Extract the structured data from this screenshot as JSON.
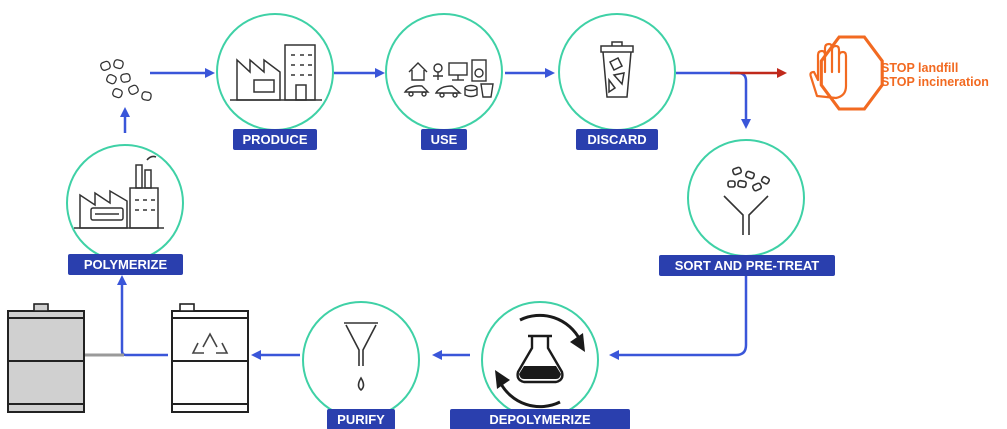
{
  "steps": {
    "produce": "PRODUCE",
    "use": "USE",
    "discard": "DISCARD",
    "sort": "SORT AND PRE-TREAT",
    "depolymerize": "DEPOLYMERIZE",
    "purify": "PURIFY",
    "polymerize": "POLYMERIZE"
  },
  "stop": {
    "line1": "STOP landfill",
    "line2": "STOP incineration"
  },
  "colors": {
    "arrow_blue": "#3a56d9",
    "label_blue": "#2a3fae",
    "circle_outline": "#3fd1a6",
    "stop_orange": "#f26a21",
    "stop_arrow_red": "#c0291b",
    "barrel_gray": "#d0d0d0",
    "icon_stroke": "#333333"
  },
  "icons": [
    "plastic-pellets-icon",
    "factory-icon",
    "consumer-goods-icon",
    "trash-bin-icon",
    "stop-hand-icon",
    "sorting-funnel-icon",
    "chemical-flask-icon",
    "filter-funnel-icon",
    "recycle-barrel-icon",
    "oil-barrel-icon",
    "polymer-factory-icon"
  ]
}
